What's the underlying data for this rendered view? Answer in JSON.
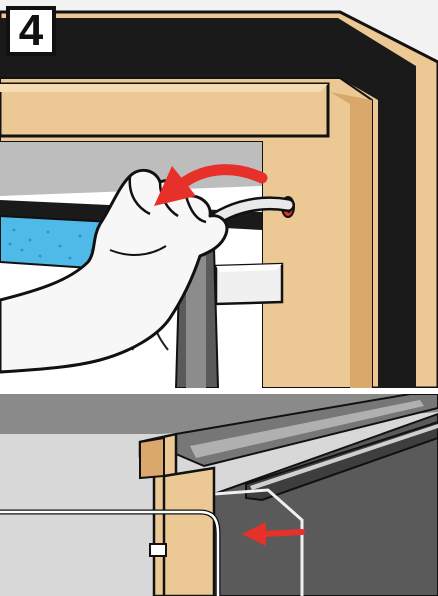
{
  "step": {
    "number": "4"
  },
  "panels": [
    {
      "name": "cable-routing-detail"
    },
    {
      "name": "flashing-fitting-detail"
    }
  ],
  "colors": {
    "wood": "#ecc994",
    "wood_dark": "#d9a86a",
    "frame_black": "#1a1a1a",
    "arrow_red": "#e8302a",
    "glass_blue": "#4fb9e8",
    "wall_grey": "#d8d8d8",
    "metal_grey": "#5a5a5a",
    "hand_white": "#f7f7f7"
  },
  "icons": [
    "red-arrow-icon",
    "hand-icon",
    "cable-icon",
    "clip-icon"
  ]
}
